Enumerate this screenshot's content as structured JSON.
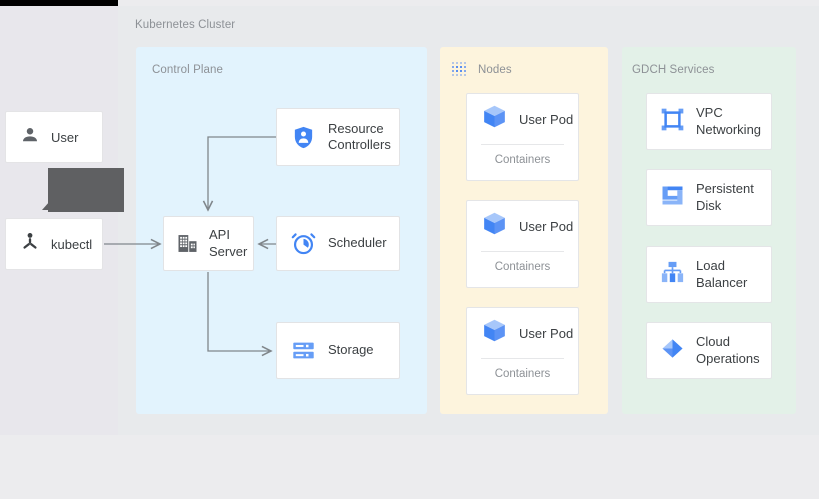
{
  "diagram": {
    "title": "Kubernetes Cluster",
    "canvas_bg": "#e8eaec",
    "left_pane_bg": "#e8e7ec"
  },
  "actors": [
    {
      "id": "user",
      "label": "User",
      "icon": "person-icon",
      "icon_color": "#5f6368"
    },
    {
      "id": "kubectl",
      "label": "kubectl",
      "icon": "kubectl-icon",
      "icon_color": "#3c4043"
    }
  ],
  "overlay": {
    "name": "tooltip-block",
    "text": "",
    "color": "#5f6062"
  },
  "groups": [
    {
      "id": "control-plane",
      "label": "Control Plane",
      "color": "#e2f3fd",
      "icon": null,
      "items": [
        {
          "id": "resource-controllers",
          "label": "Resource\nControllers",
          "icon": "shield-person-icon",
          "icon_color": "#4285f4"
        },
        {
          "id": "api-server",
          "label": "API\nServer",
          "icon": "api-server-icon",
          "icon_color": "#5f6368"
        },
        {
          "id": "scheduler",
          "label": "Scheduler",
          "icon": "clock-alarm-icon",
          "icon_color": "#4285f4"
        },
        {
          "id": "storage",
          "label": "Storage",
          "icon": "storage-icon",
          "icon_color": "#669df6"
        }
      ]
    },
    {
      "id": "nodes",
      "label": "Nodes",
      "color": "#fdf4dd",
      "icon": "dotted-grid-icon",
      "icon_color": "#5b8ff0",
      "items": [
        {
          "id": "user-pod-1",
          "label": "User Pod",
          "sublabel": "Containers",
          "icon": "cube-icon",
          "icon_color": "#4285f4"
        },
        {
          "id": "user-pod-2",
          "label": "User Pod",
          "sublabel": "Containers",
          "icon": "cube-icon",
          "icon_color": "#4285f4"
        },
        {
          "id": "user-pod-3",
          "label": "User Pod",
          "sublabel": "Containers",
          "icon": "cube-icon",
          "icon_color": "#4285f4"
        }
      ]
    },
    {
      "id": "gdch-services",
      "label": "GDCH Services",
      "color": "#e3f1e8",
      "icon": null,
      "items": [
        {
          "id": "vpc-networking",
          "label": "VPC\nNetworking",
          "icon": "vpc-network-icon",
          "icon_color": "#669df6"
        },
        {
          "id": "persistent-disk",
          "label": "Persistent\nDisk",
          "icon": "persistent-disk-icon",
          "icon_color": "#669df6"
        },
        {
          "id": "load-balancer",
          "label": "Load\nBalancer",
          "icon": "load-balancer-icon",
          "icon_color": "#669df6"
        },
        {
          "id": "cloud-operations",
          "label": "Cloud\nOperations",
          "icon": "cloud-operations-icon",
          "icon_color": "#669df6"
        }
      ]
    }
  ],
  "connections": [
    {
      "from": "kubectl",
      "to": "api-server",
      "arrow": "end"
    },
    {
      "from": "resource-controllers",
      "to": "api-server",
      "arrow": "end"
    },
    {
      "from": "scheduler",
      "to": "api-server",
      "arrow": "end"
    },
    {
      "from": "api-server",
      "to": "storage",
      "arrow": "end"
    }
  ]
}
